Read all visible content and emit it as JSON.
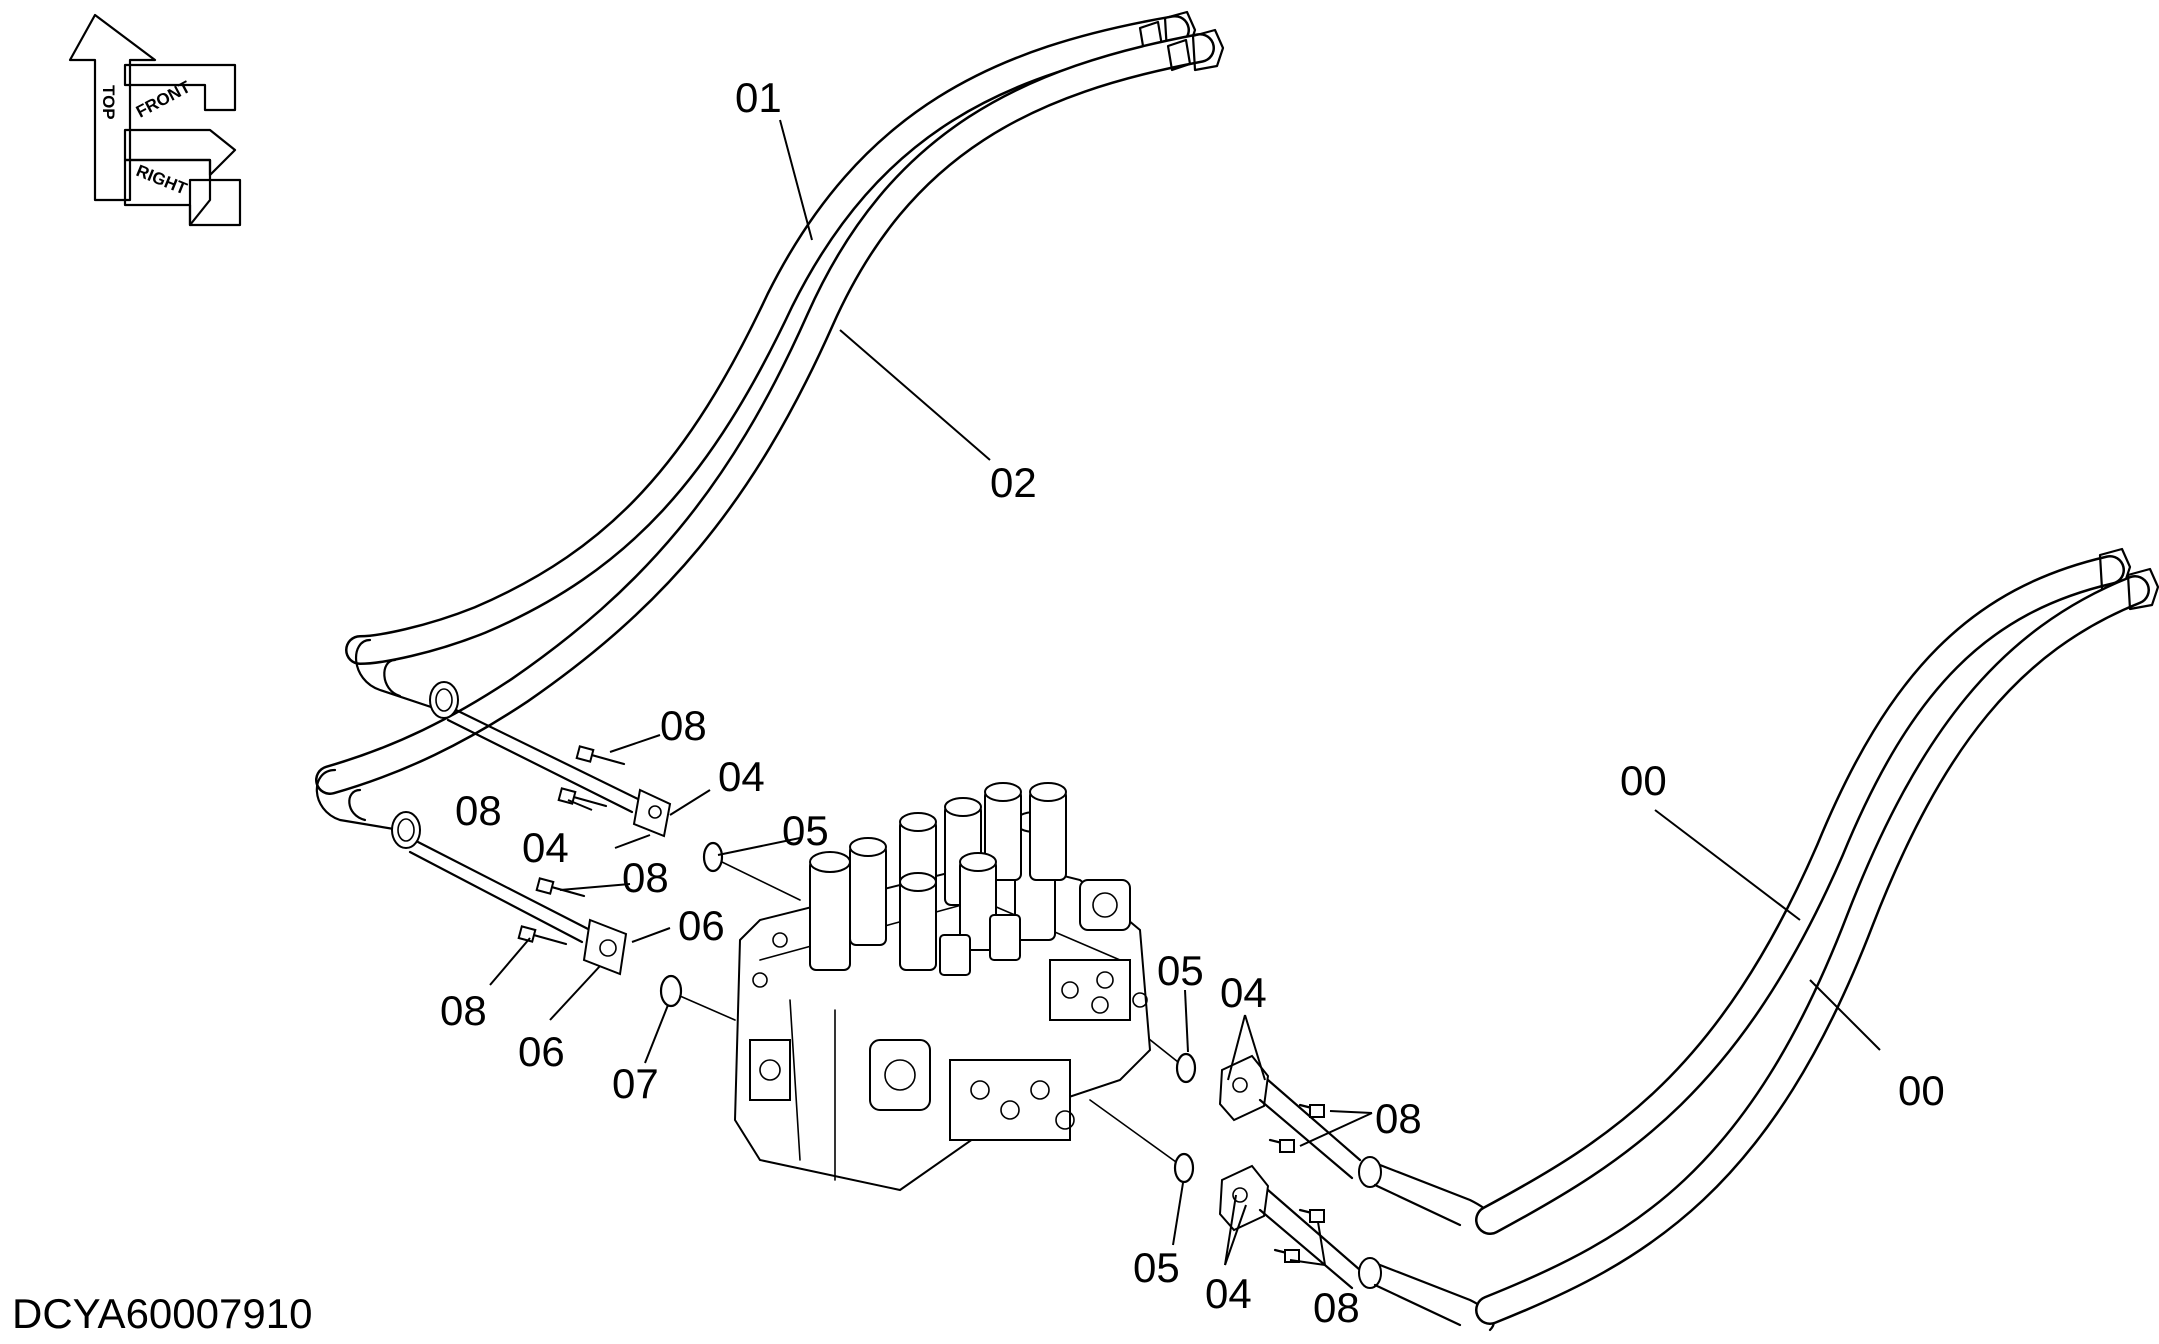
{
  "diagram": {
    "drawing_code": "DCYA60007910",
    "orientation_icon": {
      "labels": [
        "TOP",
        "FRONT",
        "RIGHT"
      ]
    },
    "callouts": {
      "c01": "01",
      "c02": "02",
      "c00a": "00",
      "c00b": "00",
      "c08a": "08",
      "c08b": "08",
      "c08c": "08",
      "c08d": "08",
      "c08e": "08",
      "c08f": "08",
      "c04a": "04",
      "c04b": "04",
      "c04c": "04",
      "c04d": "04",
      "c05a": "05",
      "c05b": "05",
      "c05c": "05",
      "c06a": "06",
      "c06b": "06",
      "c07": "07"
    }
  }
}
